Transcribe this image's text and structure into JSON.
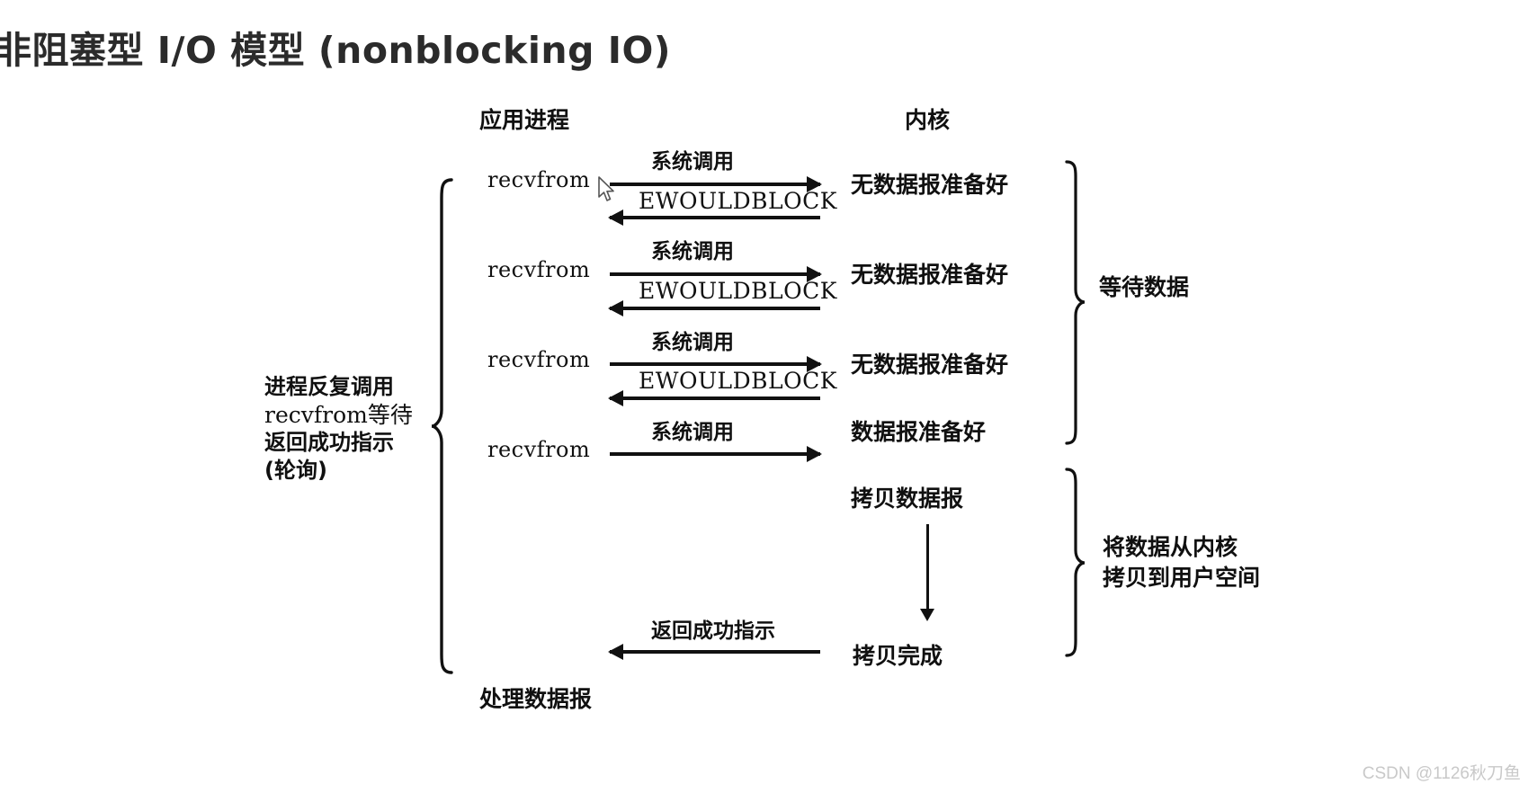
{
  "slide": {
    "title": "非阻塞型 I/O 模型 (nonblocking IO)"
  },
  "diagram": {
    "columns": {
      "application": "应用进程",
      "kernel": "内核"
    },
    "process_note": {
      "line1": "进程反复调用",
      "line2": "recvfrom等待",
      "line3": "返回成功指示",
      "line4": "(轮询)"
    },
    "bottom_label": "处理数据报",
    "calls": [
      {
        "name": "recvfrom",
        "request_label": "系统调用",
        "response_label": "EWOULDBLOCK",
        "kernel_state": "无数据报准备好"
      },
      {
        "name": "recvfrom",
        "request_label": "系统调用",
        "response_label": "EWOULDBLOCK",
        "kernel_state": "无数据报准备好"
      },
      {
        "name": "recvfrom",
        "request_label": "系统调用",
        "response_label": "EWOULDBLOCK",
        "kernel_state": "无数据报准备好"
      },
      {
        "name": "recvfrom",
        "request_label": "系统调用",
        "response_label": "",
        "kernel_state": "数据报准备好"
      }
    ],
    "copy_phase": {
      "copy_datagram": "拷贝数据报",
      "copy_complete": "拷贝完成",
      "return_label": "返回成功指示"
    },
    "brace_labels": {
      "wait_data": "等待数据",
      "copy_to_user_line1": "将数据从内核",
      "copy_to_user_line2": "拷贝到用户空间"
    }
  },
  "watermark": "CSDN @1126秋刀鱼",
  "colors": {
    "ink": "#111111",
    "title": "#2b2b2b",
    "watermark": "#c9c9c9",
    "background": "#ffffff"
  },
  "icons": {
    "cursor": "mouse-pointer-icon"
  }
}
